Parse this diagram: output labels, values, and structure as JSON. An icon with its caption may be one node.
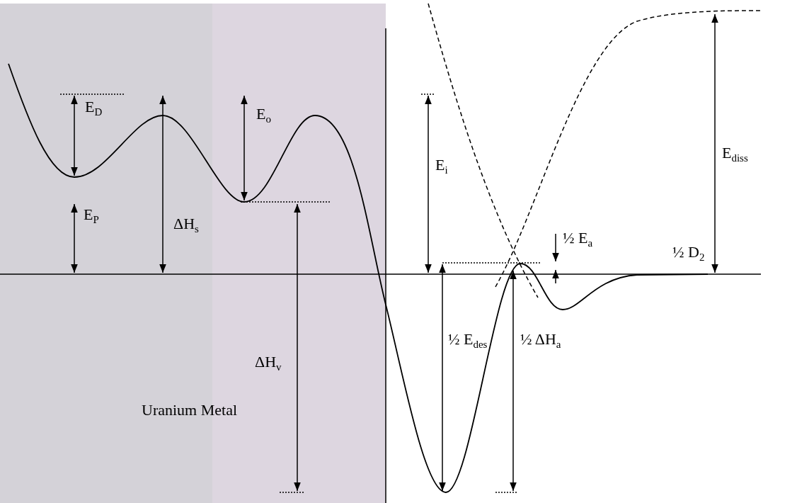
{
  "diagram": {
    "labels": [
      "E$_{D}$",
      "E$_{o}$",
      "E$_{diss}$",
      "E$_{i}$",
      "E$_{P}$",
      "ΔH$_{s}$",
      "½ E$_{a}$",
      "½ D$_{2}$",
      "½ E$_{des}$",
      "ΔH$_{v}$",
      "½ ΔH$_{a}$",
      "Uranium Metal"
    ]
  }
}
